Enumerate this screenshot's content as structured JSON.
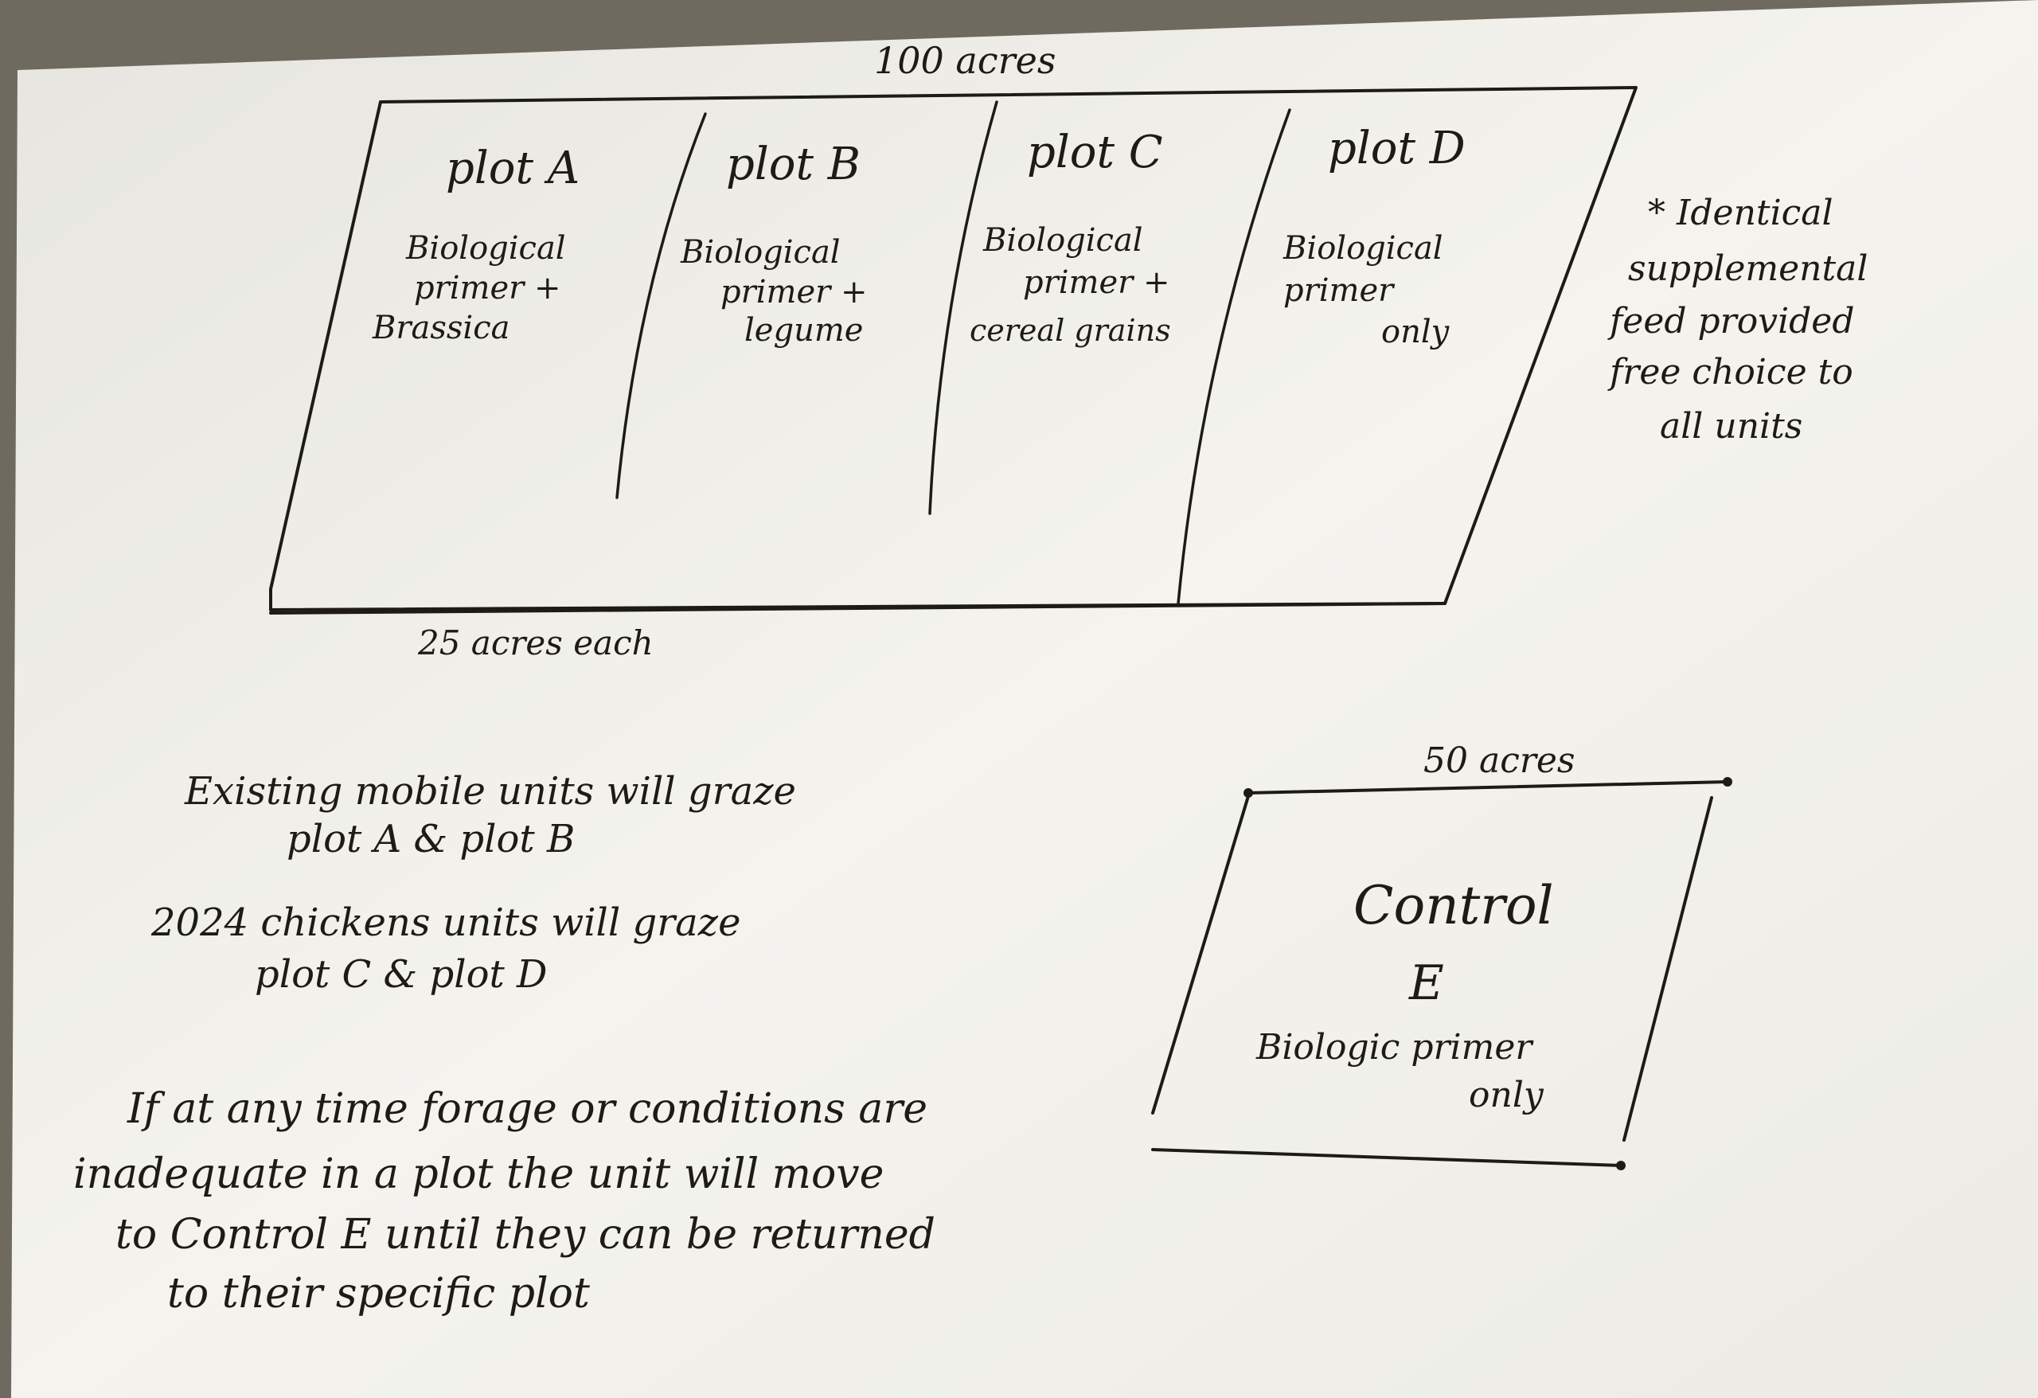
{
  "field": {
    "total_label": "100 acres",
    "each_label": "25 acres each",
    "plots": [
      {
        "title": "plot A",
        "lines": [
          "Biological",
          "primer +",
          "Brassica"
        ]
      },
      {
        "title": "plot B",
        "lines": [
          "Biological",
          "primer +",
          "legume"
        ]
      },
      {
        "title": "plot C",
        "lines": [
          "Biological",
          "primer +",
          "cereal grains"
        ]
      },
      {
        "title": "plot D",
        "lines": [
          "Biological",
          "primer",
          "only"
        ]
      }
    ]
  },
  "side_note": {
    "lines": [
      "* Identical",
      "supplemental",
      "feed provided",
      "free choice to",
      "all units"
    ]
  },
  "grazing_notes": {
    "line1": "Existing mobile units will graze",
    "line2": "plot A & plot B",
    "line3": "2024 chickens units will graze",
    "line4": "plot C & plot D"
  },
  "control": {
    "acres_label": "50 acres",
    "title": "Control",
    "letter": "E",
    "line1": "Biologic primer",
    "line2": "only"
  },
  "contingency_note": {
    "lines": [
      "If at any time forage or conditions are",
      "inadequate in a plot the unit will move",
      "to Control E until they can be returned",
      "to their specific plot"
    ]
  },
  "colors": {
    "ink": "#1e1a16",
    "paper": "#f2f1ec",
    "background": "#6f6a60"
  }
}
